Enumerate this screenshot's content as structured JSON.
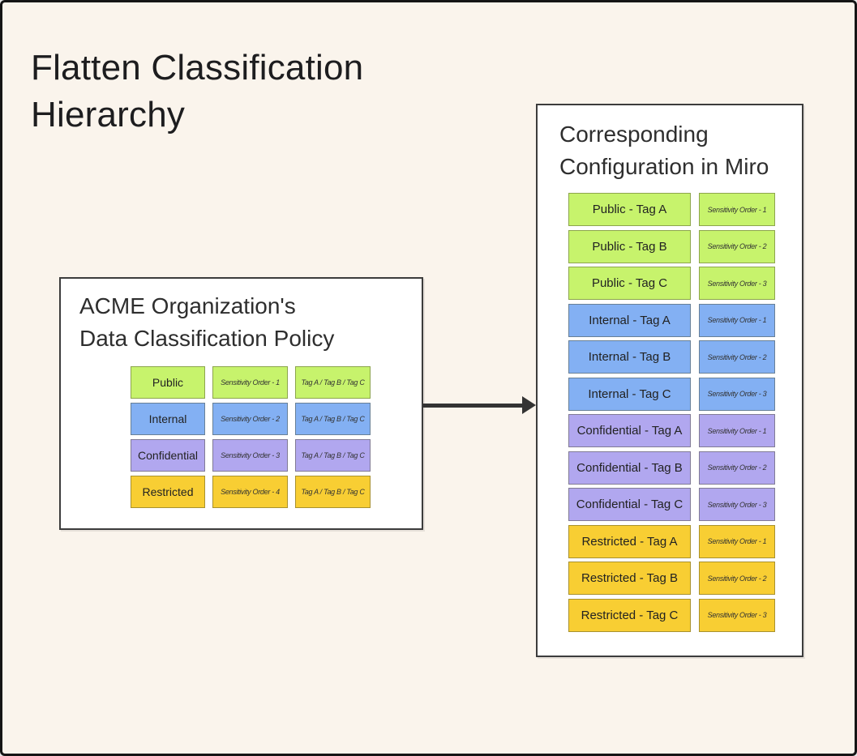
{
  "page": {
    "title_lines": [
      "Flatten Classification",
      "Hierarchy"
    ]
  },
  "colors": {
    "background": "#FAF4EC",
    "outline": "#151515",
    "box_bg": "#FFFFFF",
    "box_border": "#3C3C3C",
    "text": "#1D1D1F",
    "arrow": "#333333",
    "green": "#C7F36C",
    "blue": "#83B0F3",
    "purple": "#B1A7EF",
    "yellow": "#F8CE33"
  },
  "policy_box": {
    "title_lines": [
      "ACME Organization's",
      "Data Classification Policy"
    ],
    "rows": [
      {
        "name": "Public",
        "order": "Sensitivity Order - 1",
        "tags": "Tag A / Tag B / Tag C",
        "color": "green"
      },
      {
        "name": "Internal",
        "order": "Sensitivity Order - 2",
        "tags": "Tag A / Tag B / Tag C",
        "color": "blue"
      },
      {
        "name": "Confidential",
        "order": "Sensitivity Order - 3",
        "tags": "Tag A / Tag B / Tag C",
        "color": "purple"
      },
      {
        "name": "Restricted",
        "order": "Sensitivity Order - 4",
        "tags": "Tag A / Tag B / Tag C",
        "color": "yellow"
      }
    ]
  },
  "miro_box": {
    "title_lines": [
      "Corresponding",
      "Configuration in Miro"
    ],
    "rows": [
      {
        "name": "Public - Tag A",
        "order": "Sensitivity Order - 1",
        "color": "green"
      },
      {
        "name": "Public - Tag B",
        "order": "Sensitivity Order - 2",
        "color": "green"
      },
      {
        "name": "Public - Tag C",
        "order": "Sensitivity Order - 3",
        "color": "green"
      },
      {
        "name": "Internal - Tag A",
        "order": "Sensitivity Order - 1",
        "color": "blue"
      },
      {
        "name": "Internal - Tag B",
        "order": "Sensitivity Order - 2",
        "color": "blue"
      },
      {
        "name": "Internal - Tag C",
        "order": "Sensitivity Order - 3",
        "color": "blue"
      },
      {
        "name": "Confidential - Tag A",
        "order": "Sensitivity Order - 1",
        "color": "purple"
      },
      {
        "name": "Confidential - Tag B",
        "order": "Sensitivity Order - 2",
        "color": "purple"
      },
      {
        "name": "Confidential - Tag C",
        "order": "Sensitivity Order - 3",
        "color": "purple"
      },
      {
        "name": "Restricted - Tag A",
        "order": "Sensitivity Order - 1",
        "color": "yellow"
      },
      {
        "name": "Restricted - Tag B",
        "order": "Sensitivity Order - 2",
        "color": "yellow"
      },
      {
        "name": "Restricted - Tag C",
        "order": "Sensitivity Order - 3",
        "color": "yellow"
      }
    ]
  }
}
